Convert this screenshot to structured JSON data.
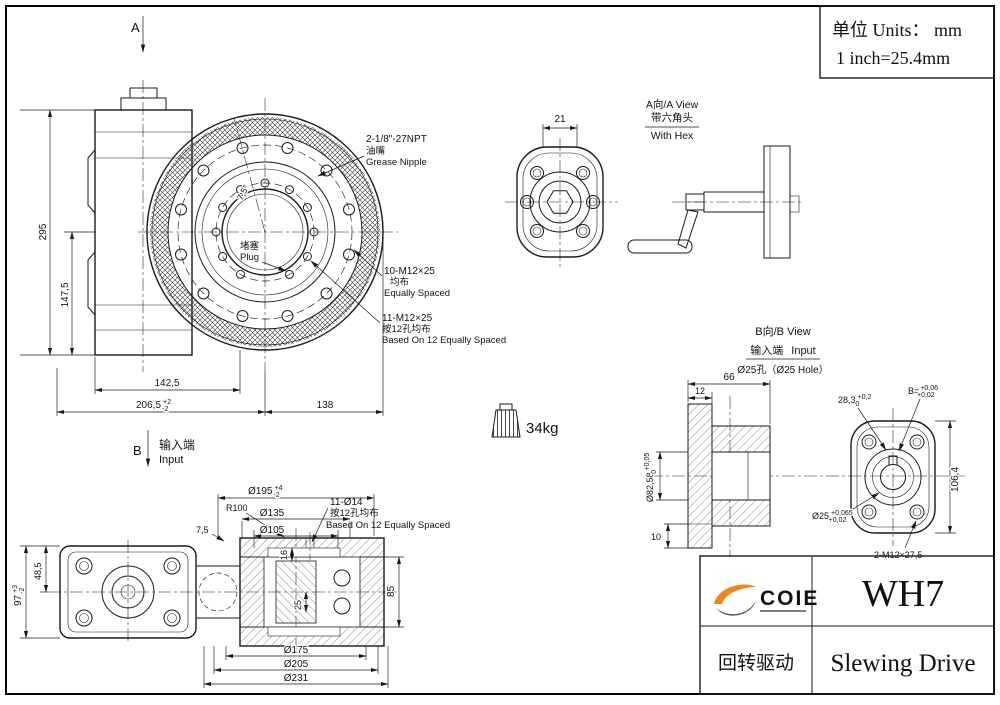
{
  "units_box": {
    "line1": "单位 Units： mm",
    "line2": "1 inch=25.4mm"
  },
  "section_marks": {
    "a": "A",
    "b": "B",
    "input_cn": "输入端",
    "input_en": "Input"
  },
  "front_view": {
    "grease": {
      "l1": "2-1/8\"-27NPT",
      "l2": "油嘴",
      "l3": "Grease Nipple"
    },
    "plug": {
      "l1": "堵塞",
      "l2": "Plug"
    },
    "angle": "7,5°",
    "bolts_outer": {
      "l1": "10-M12×25",
      "l2": "均布",
      "l3": "Equally Spaced"
    },
    "bolts_inner": {
      "l1": "11-M12×25",
      "l2": "按12孔均布",
      "l3": "Based On 12 Equally Spaced"
    },
    "dims": {
      "h295": "295",
      "h147": "147,5",
      "w142": "142,5",
      "w206": "206,5",
      "w206_up": "+2",
      "w206_dn": "-2",
      "w138": "138"
    }
  },
  "a_view": {
    "t1": "A向/A View",
    "t2": "带六角头",
    "t3": "With Hex",
    "dim21": "21"
  },
  "weight": {
    "label": "34kg"
  },
  "b_view": {
    "t1": "B向/B View",
    "t2": "输入端",
    "t2b": "Input",
    "t3": "Ø25孔（Ø25 Hole）",
    "dims": {
      "w66": "66",
      "w12": "12",
      "d82": "Ø82,58",
      "d82_up": "+0,05",
      "d82_dn": "0",
      "h10": "10",
      "d28": "28,3",
      "d28_up": "+0,2",
      "d28_dn": "0",
      "b_eq": "B=",
      "b_up": "+0,06",
      "b_dn": "+0,02",
      "h106": "106,4",
      "d25": "Ø25",
      "d25_up": "+0,065",
      "d25_dn": "+0,02",
      "m12": "2-M12×27,5"
    }
  },
  "section_view": {
    "holes": {
      "l1": "11-Ø14",
      "l2": "按12孔均布",
      "l3": "Based On 12 Equally Spaced"
    },
    "dims": {
      "d195": "Ø195",
      "d195_up": "+4",
      "d195_dn": "-2",
      "r100": "R100",
      "d135": "Ø135",
      "d105": "Ø105",
      "t75": "7,5",
      "h16": "16",
      "h25": "25",
      "h48": "48,5",
      "h97": "97",
      "h97_up": "+3",
      "h97_dn": "-2",
      "h85": "85",
      "d175": "Ø175",
      "d205": "Ø205",
      "d231": "Ø231"
    }
  },
  "title_block": {
    "brand": "COIE",
    "model": "WH7",
    "name_cn": "回转驱动",
    "name_en": "Slewing Drive"
  }
}
